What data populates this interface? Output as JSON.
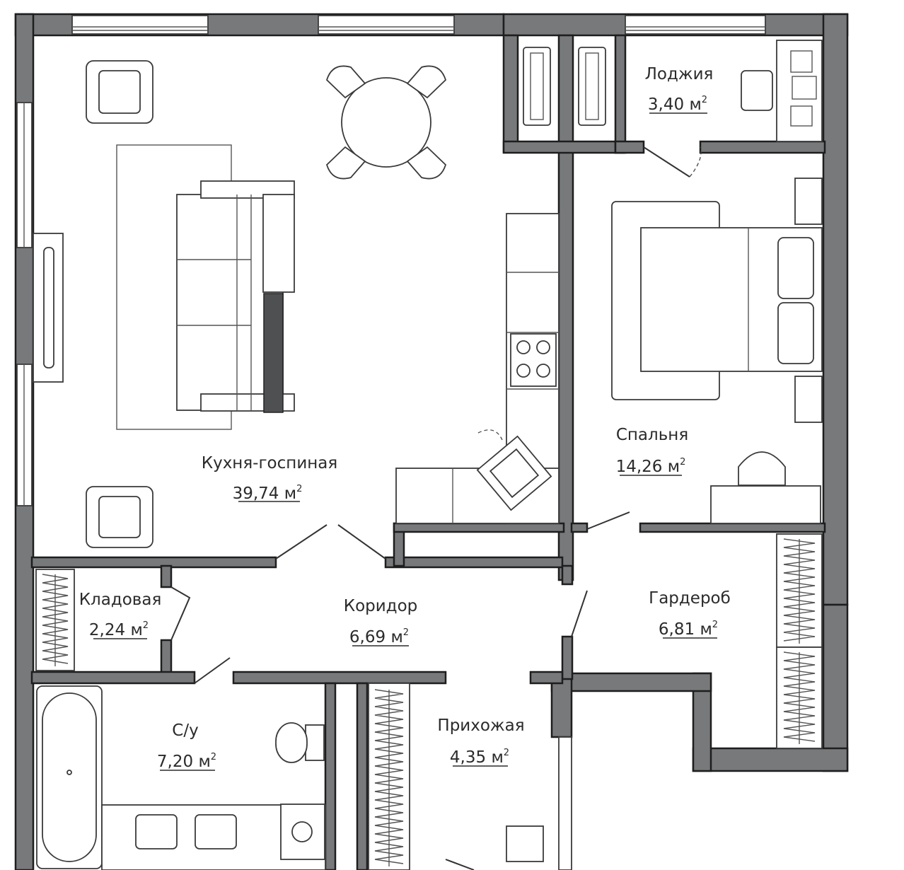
{
  "rooms": {
    "living": {
      "name": "Кухня-госпиная",
      "area": "39,74 м",
      "unit_sup": "2"
    },
    "loggia": {
      "name": "Лоджия",
      "area": "3,40 м",
      "unit_sup": "2"
    },
    "bedroom": {
      "name": "Спальня",
      "area": "14,26 м",
      "unit_sup": "2"
    },
    "storage": {
      "name": "Кладовая",
      "area": "2,24 м",
      "unit_sup": "2"
    },
    "corridor": {
      "name": "Коридор",
      "area": "6,69 м",
      "unit_sup": "2"
    },
    "wardrobe": {
      "name": "Гардероб",
      "area": "6,81 м",
      "unit_sup": "2"
    },
    "bathroom": {
      "name": "С/у",
      "area": "7,20 м",
      "unit_sup": "2"
    },
    "hallway": {
      "name": "Прихожая",
      "area": "4,35 м",
      "unit_sup": "2"
    }
  },
  "colors": {
    "wall": "#77797b",
    "line": "#2f2f2f",
    "background": "#ffffff"
  }
}
